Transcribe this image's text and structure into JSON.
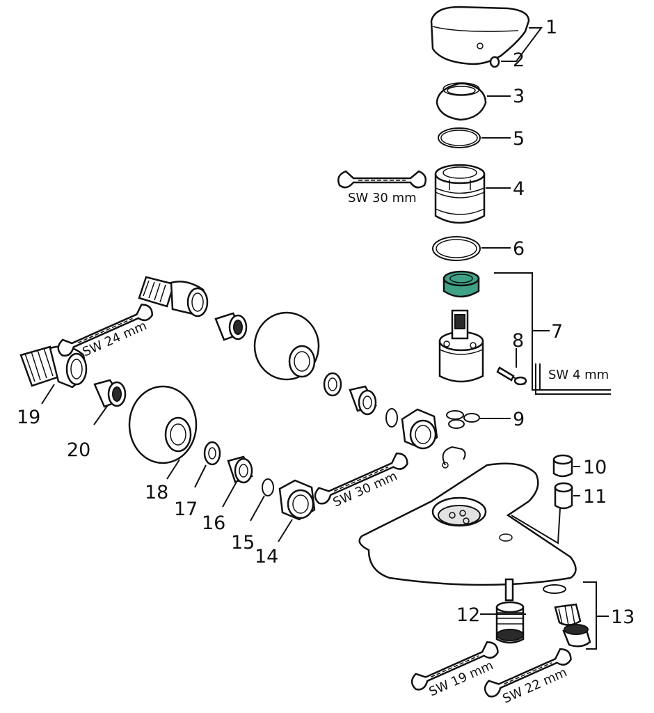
{
  "callouts": [
    "1",
    "2",
    "3",
    "4",
    "5",
    "6",
    "7",
    "8",
    "9",
    "10",
    "11",
    "12",
    "13",
    "14",
    "15",
    "16",
    "17",
    "18",
    "19",
    "20"
  ],
  "wrench_labels": {
    "sw30_top": "SW 30 mm",
    "sw24": "SW 24 mm",
    "sw4": "SW 4 mm",
    "sw30_mid": "SW 30 mm",
    "sw19": "SW 19 mm",
    "sw22": "SW 22 mm"
  },
  "colors": {
    "line": "#111111",
    "cartridge_nut": "#3fa286",
    "fill": "#ffffff"
  },
  "icons": [
    "open-end-wrench-icon",
    "hex-key-icon"
  ]
}
